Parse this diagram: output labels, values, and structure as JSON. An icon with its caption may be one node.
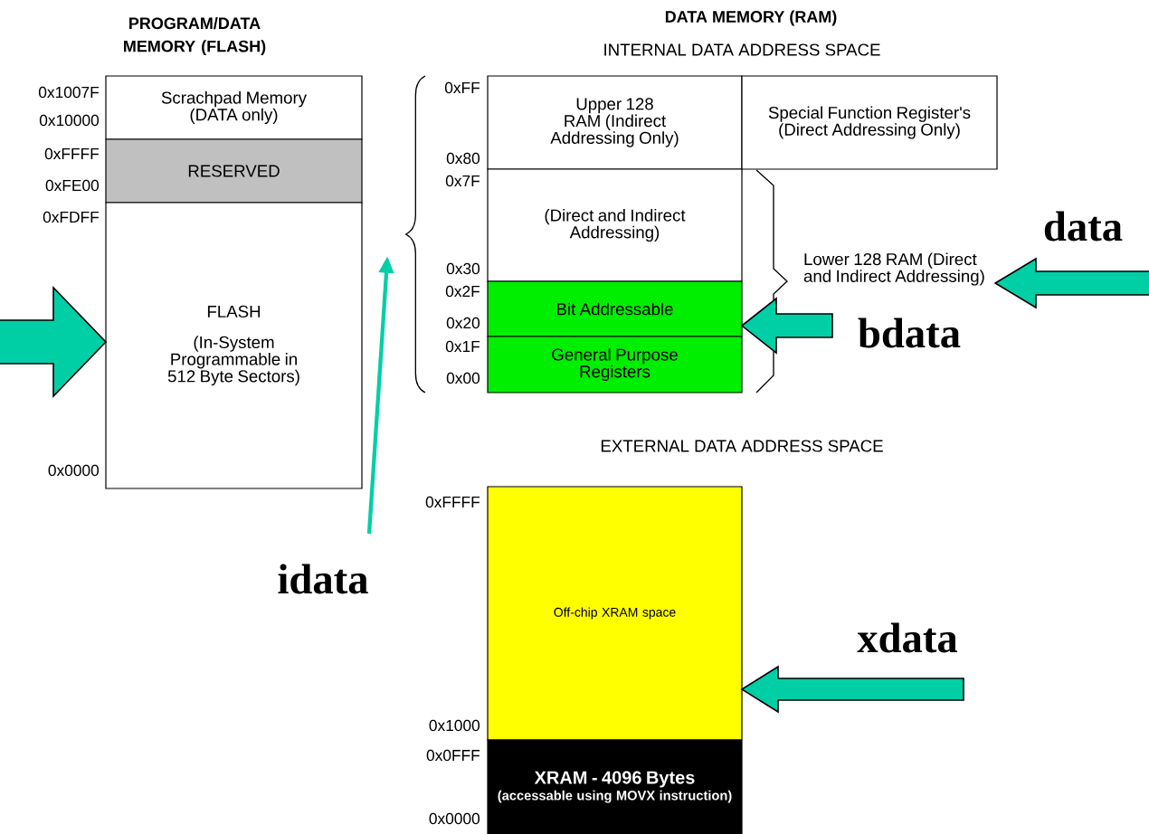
{
  "diagram": {
    "nodes": [
      {
        "text": [
          "Scrachpad Memory (DATA only)"
        ]
      },
      {
        "text": [
          "RESERVED"
        ]
      },
      {
        "text": [
          "FLASH",
          "(In-System Programmable in 512 Byte Sectors)"
        ]
      },
      {
        "text": [
          "Upper 128 RAM (Indirect Addressing Only)"
        ]
      },
      {
        "text": [
          "Special Function Register's (Direct Addressing Only)"
        ]
      },
      {
        "text": [
          "(Direct and Indirect Addressing)"
        ]
      },
      {
        "text": [
          "Bit Addressable"
        ]
      },
      {
        "text": [
          "General Purpose Registers"
        ]
      },
      {
        "text": [
          "Off-chip XRAM space"
        ]
      },
      {
        "text": [
          "XRAM - 4096 Bytes",
          "(accessable using MOVX instruction)"
        ]
      },
      {
        "text": [
          "Lower 128 RAM (Direct and Indirect Addressing)"
        ]
      },
      {
        "text": [
          "data"
        ]
      },
      {
        "text": [
          "bdata"
        ]
      },
      {
        "text": [
          "idata"
        ]
      },
      {
        "text": [
          "xdata"
        ]
      },
      {
        "text": [],
        "shape": "brace"
      }
    ],
    "edges": [
      {
        "from": null,
        "to": 2,
        "arrow": "to",
        "style": "thick"
      },
      {
        "from": 11,
        "to": 10,
        "arrow": "to",
        "style": "thick"
      },
      {
        "from": 12,
        "to": 6,
        "arrow": "to",
        "style": "thick"
      },
      {
        "from": 13,
        "to": 15,
        "arrow": "to"
      },
      {
        "from": 14,
        "to": 8,
        "arrow": "to",
        "style": "thick"
      }
    ],
    "labels": [
      "PROGRAM/DATA MEMORY (FLASH)",
      "DATA MEMORY (RAM)",
      "INTERNAL DATA ADDRESS SPACE",
      "0x1007F",
      "0x10000",
      "0xFFFF",
      "0xFE00",
      "0xFDFF",
      "0x0000",
      "0xFF",
      "0x80",
      "0x7F",
      "0x30",
      "0x2F",
      "0x20",
      "0x1F",
      "0x00",
      "EXTERNAL DATA ADDRESS SPACE",
      "0xFFFF",
      "0x1000",
      "0x0FFF",
      "0x0000"
    ]
  }
}
